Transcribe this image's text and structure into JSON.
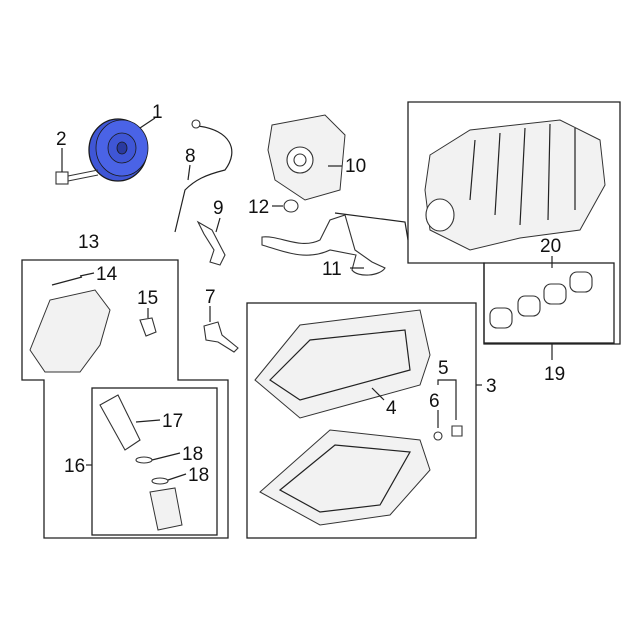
{
  "diagram": {
    "highlight_color": "#3f56d6",
    "callouts": {
      "c1": "1",
      "c2": "2",
      "c3": "3",
      "c4": "4",
      "c5": "5",
      "c6": "6",
      "c7": "7",
      "c8": "8",
      "c9": "9",
      "c10": "10",
      "c11": "11",
      "c12": "12",
      "c13": "13",
      "c14": "14",
      "c15": "15",
      "c16": "16",
      "c17": "17",
      "c18a": "18",
      "c18b": "18",
      "c19": "19",
      "c20": "20"
    }
  }
}
